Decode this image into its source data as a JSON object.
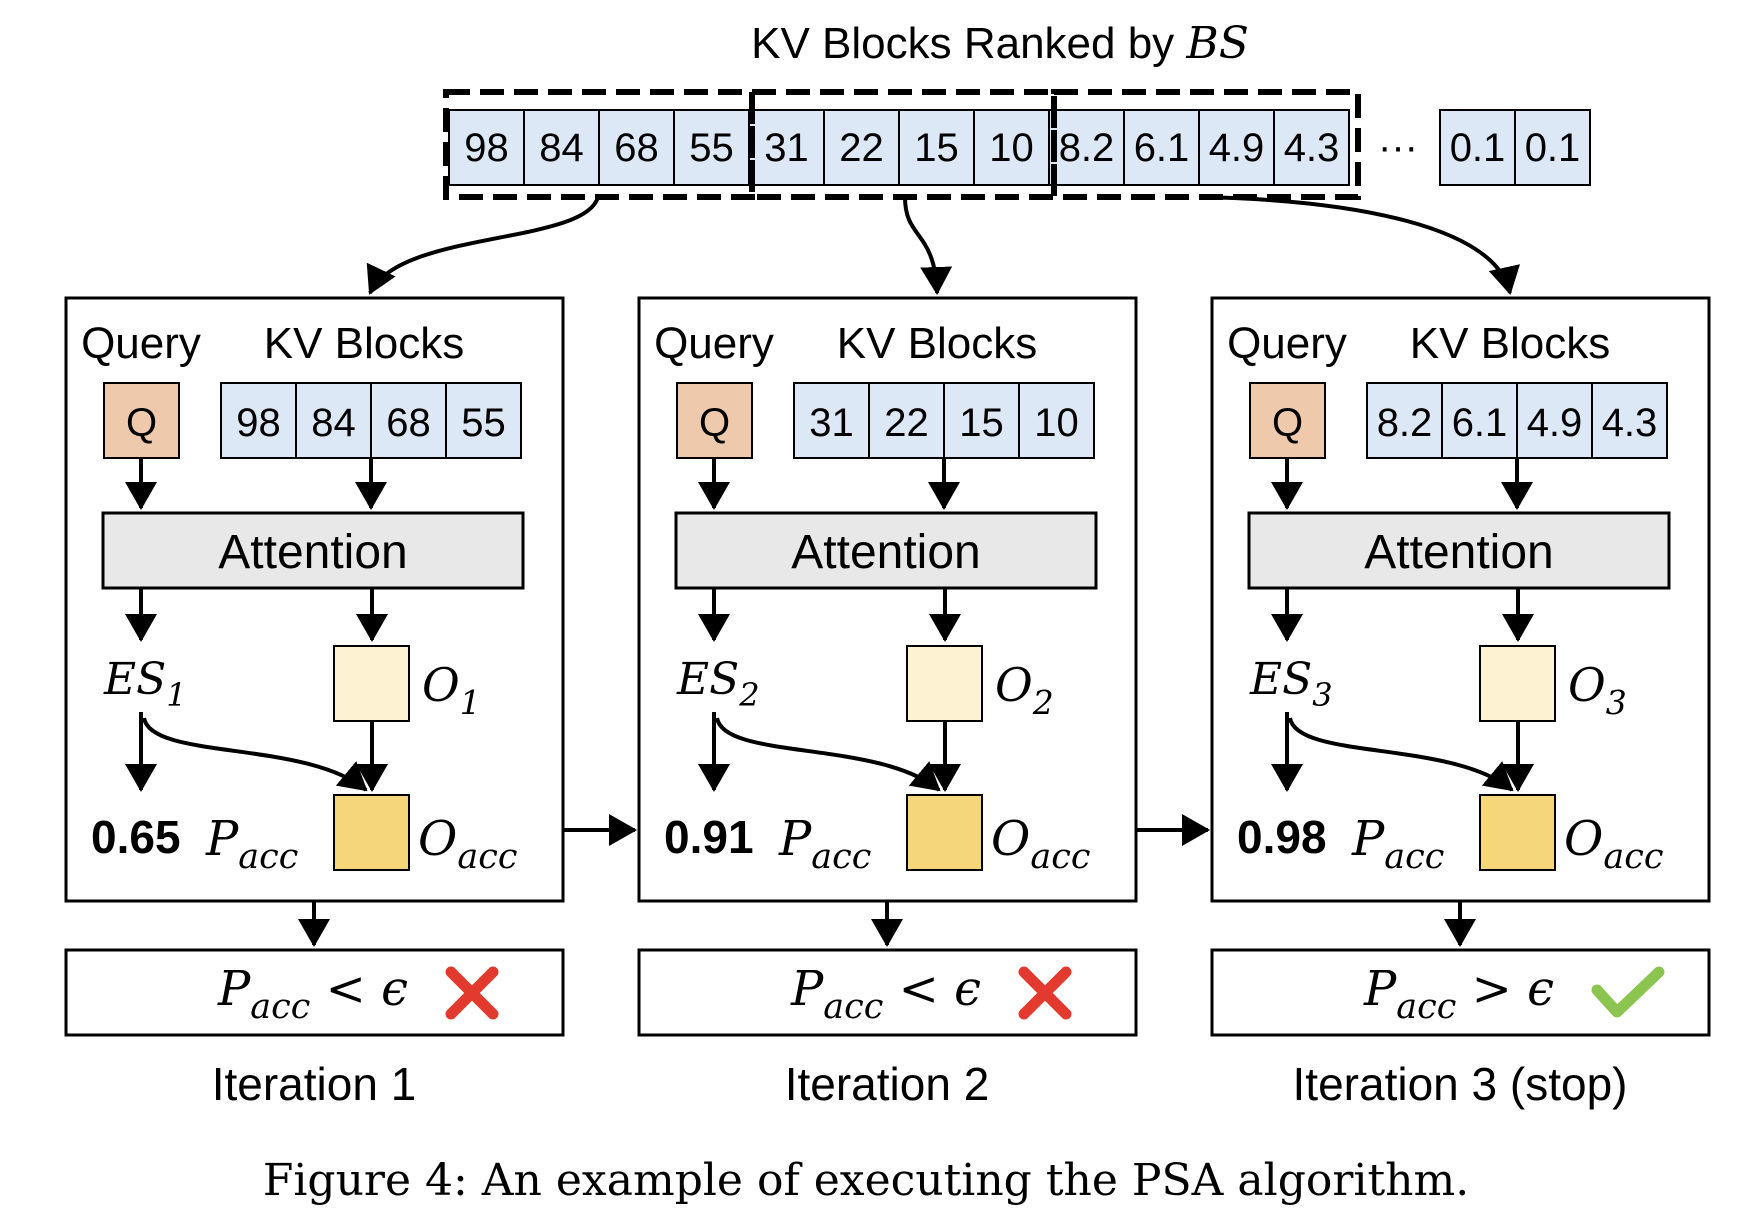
{
  "ranked_title_prefix": "KV Blocks Ranked by ",
  "ranked_title_var": "BS",
  "ranked_blocks": [
    "98",
    "84",
    "68",
    "55",
    "31",
    "22",
    "15",
    "10",
    "8.2",
    "6.1",
    "4.9",
    "4.3"
  ],
  "ellipsis": "···",
  "tail_blocks": [
    "0.1",
    "0.1"
  ],
  "query_label": "Query",
  "kv_label": "KV Blocks",
  "q_label": "Q",
  "attention_label": "Attention",
  "es_symbol": "ES",
  "o_symbol": "O",
  "acc_subscript": "acc",
  "p_symbol": "P",
  "epsilon": "ϵ",
  "iterations": [
    {
      "index": "1",
      "blocks": [
        "98",
        "84",
        "68",
        "55"
      ],
      "p_acc": "0.65",
      "comparison": "<",
      "passed": false,
      "caption": "Iteration 1"
    },
    {
      "index": "2",
      "blocks": [
        "31",
        "22",
        "15",
        "10"
      ],
      "p_acc": "0.91",
      "comparison": "<",
      "passed": false,
      "caption": "Iteration 2"
    },
    {
      "index": "3",
      "blocks": [
        "8.2",
        "6.1",
        "4.9",
        "4.3"
      ],
      "p_acc": "0.98",
      "comparison": ">",
      "passed": true,
      "caption": "Iteration 3 (stop)"
    }
  ],
  "figure_caption": "Figure 4: An example of executing the PSA algorithm.",
  "colors": {
    "block_fill": "#dce8f5",
    "q_fill": "#efc9ac",
    "attention_fill": "#e8e8e8",
    "o_fill": "#fdf2d2",
    "oacc_fill": "#f6d67b",
    "cross": "#e23a2e",
    "check": "#8bc44f",
    "line": "#000000"
  }
}
